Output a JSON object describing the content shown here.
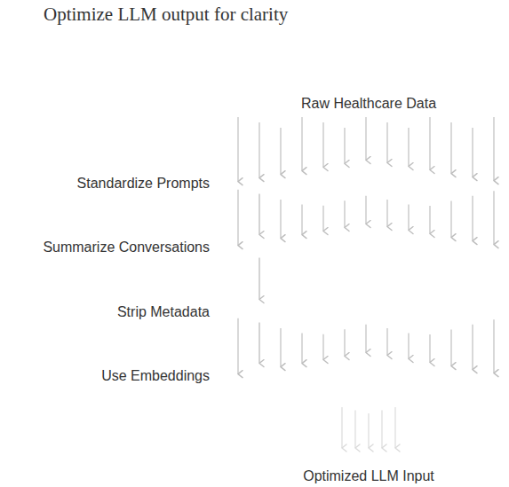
{
  "diagram": {
    "title": "Optimize LLM output for clarity",
    "nodes": [
      {
        "text": [
          "Standardize Prompts"
        ]
      },
      {
        "text": [
          "Summarize Conversations"
        ]
      },
      {
        "text": [
          "Strip Metadata"
        ]
      },
      {
        "text": [
          "Use Embeddings"
        ]
      }
    ],
    "edges": [
      {
        "from": 0,
        "to": 1,
        "arrow": "to"
      },
      {
        "from": 1,
        "to": 2,
        "arrow": "to"
      },
      {
        "from": 2,
        "to": 3,
        "arrow": "to"
      }
    ],
    "labels": [
      "Raw Healthcare Data",
      "Optimized LLM Input"
    ]
  }
}
